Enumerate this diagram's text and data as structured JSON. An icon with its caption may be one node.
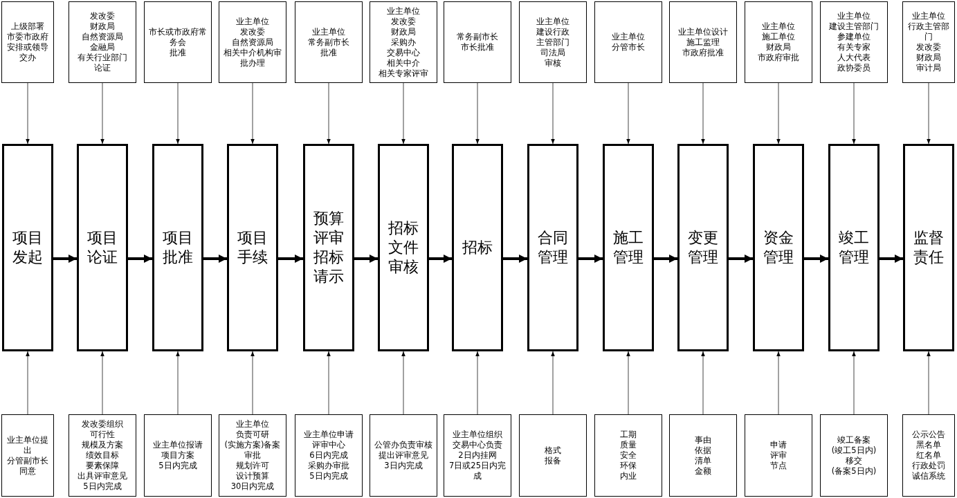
{
  "diagram": {
    "nodes": [
      {
        "text": [
          "上级部署",
          "市委市政府",
          "安排或领导交办"
        ]
      },
      {
        "text": [
          "发改委",
          "财政局",
          "自然资源局",
          "金融局",
          "有关行业部门",
          "论证"
        ]
      },
      {
        "text": [
          "市长或市政府常务会",
          "批准"
        ]
      },
      {
        "text": [
          "业主单位",
          "发改委",
          "自然资源局",
          "相关中介机构审批办理"
        ]
      },
      {
        "text": [
          "业主单位",
          "常务副市长",
          "批准"
        ]
      },
      {
        "text": [
          "业主单位",
          "发改委",
          "财政局",
          "采购办",
          "交易中心",
          "相关中介",
          "相关专家评审"
        ]
      },
      {
        "text": [
          "常务副市长",
          "市长批准"
        ]
      },
      {
        "text": [
          "业主单位",
          "建设行政",
          "主管部门",
          "司法局",
          "审核"
        ]
      },
      {
        "text": [
          "业主单位",
          "分管市长"
        ]
      },
      {
        "text": [
          "业主单位设计",
          "施工监理",
          "市政府批准"
        ]
      },
      {
        "text": [
          "业主单位",
          "施工单位",
          "财政局",
          "市政府审批"
        ]
      },
      {
        "text": [
          "业主单位",
          "建设主管部门",
          "参建单位",
          "有关专家",
          "人大代表",
          "政协委员"
        ]
      },
      {
        "text": [
          "业主单位",
          "行政主管部门",
          "发改委",
          "财政局",
          "审计局"
        ]
      },
      {
        "text": [
          "项目发起"
        ]
      },
      {
        "text": [
          "项目论证"
        ]
      },
      {
        "text": [
          "项目批准"
        ]
      },
      {
        "text": [
          "项目手续"
        ]
      },
      {
        "text": [
          "预算评审招标请示"
        ]
      },
      {
        "text": [
          "招标文件审核"
        ]
      },
      {
        "text": [
          "招标"
        ]
      },
      {
        "text": [
          "合同管理"
        ]
      },
      {
        "text": [
          "施工管理"
        ]
      },
      {
        "text": [
          "变更管理"
        ]
      },
      {
        "text": [
          "资金管理"
        ]
      },
      {
        "text": [
          "竣工管理"
        ]
      },
      {
        "text": [
          "监督责任"
        ]
      },
      {
        "text": [
          "业主单位提出",
          "分管副市长",
          "同意"
        ]
      },
      {
        "text": [
          "发改委组织",
          "可行性",
          "规模及方案",
          "绩效目标",
          "要素保障",
          "出具评审意见",
          "5日内完成"
        ]
      },
      {
        "text": [
          "业主单位报请",
          "项目方案",
          "5日内完成"
        ]
      },
      {
        "text": [
          "业主单位",
          "负责可研",
          "(实施方案)备案审批",
          "规划许可",
          "设计预算",
          "30日内完成"
        ]
      },
      {
        "text": [
          "业主单位申请",
          "评审中心",
          "6日内完成",
          "采购办审批",
          "5日内完成"
        ]
      },
      {
        "text": [
          "公管办负责审核",
          "提出评审意见",
          "3日内完成"
        ]
      },
      {
        "text": [
          "业主单位组织",
          "交易中心负责",
          "2日内挂网",
          "7日或25日内完成"
        ]
      },
      {
        "text": [
          "格式",
          "报备"
        ]
      },
      {
        "text": [
          "工期",
          "质量",
          "安全",
          "环保",
          "内业"
        ]
      },
      {
        "text": [
          "事由",
          "依据",
          "清单",
          "金额"
        ]
      },
      {
        "text": [
          "申请",
          "评审",
          "节点"
        ]
      },
      {
        "text": [
          "竣工备案",
          "(竣工5日内)",
          "移交",
          "(备案5日内)"
        ]
      },
      {
        "text": [
          "公示公告",
          "黑名单",
          "红名单",
          "行政处罚",
          "诚信系统"
        ]
      }
    ],
    "edges": [
      {
        "from": 0,
        "to": 13,
        "arrow": "to"
      },
      {
        "from": 1,
        "to": 14,
        "arrow": "to"
      },
      {
        "from": 2,
        "to": 15,
        "arrow": "to"
      },
      {
        "from": 3,
        "to": 16,
        "arrow": "to"
      },
      {
        "from": 4,
        "to": 17,
        "arrow": "to"
      },
      {
        "from": 5,
        "to": 18,
        "arrow": "to"
      },
      {
        "from": 6,
        "to": 19,
        "arrow": "to"
      },
      {
        "from": 7,
        "to": 20,
        "arrow": "to"
      },
      {
        "from": 8,
        "to": 21,
        "arrow": "to"
      },
      {
        "from": 9,
        "to": 22,
        "arrow": "to"
      },
      {
        "from": 10,
        "to": 23,
        "arrow": "to"
      },
      {
        "from": 11,
        "to": 24,
        "arrow": "to"
      },
      {
        "from": 12,
        "to": 25,
        "arrow": "to"
      },
      {
        "from": 26,
        "to": 13,
        "arrow": "to"
      },
      {
        "from": 27,
        "to": 14,
        "arrow": "to"
      },
      {
        "from": 28,
        "to": 15,
        "arrow": "to"
      },
      {
        "from": 29,
        "to": 16,
        "arrow": "to"
      },
      {
        "from": 30,
        "to": 17,
        "arrow": "to"
      },
      {
        "from": 31,
        "to": 18,
        "arrow": "to"
      },
      {
        "from": 32,
        "to": 19,
        "arrow": "to"
      },
      {
        "from": 33,
        "to": 20,
        "arrow": "to"
      },
      {
        "from": 34,
        "to": 21,
        "arrow": "to"
      },
      {
        "from": 35,
        "to": 22,
        "arrow": "to"
      },
      {
        "from": 36,
        "to": 23,
        "arrow": "to"
      },
      {
        "from": 37,
        "to": 24,
        "arrow": "to"
      },
      {
        "from": 38,
        "to": 25,
        "arrow": "to"
      },
      {
        "from": 13,
        "to": 14,
        "arrow": "to",
        "style": "thick"
      },
      {
        "from": 14,
        "to": 15,
        "arrow": "to",
        "style": "thick"
      },
      {
        "from": 15,
        "to": 16,
        "arrow": "to",
        "style": "thick"
      },
      {
        "from": 16,
        "to": 17,
        "arrow": "to",
        "style": "thick"
      },
      {
        "from": 17,
        "to": 18,
        "arrow": "to",
        "style": "thick"
      },
      {
        "from": 18,
        "to": 19,
        "arrow": "to",
        "style": "thick"
      },
      {
        "from": 19,
        "to": 20,
        "arrow": "to",
        "style": "thick"
      },
      {
        "from": 20,
        "to": 21,
        "arrow": "to",
        "style": "thick"
      },
      {
        "from": 21,
        "to": 22,
        "arrow": "to",
        "style": "thick"
      },
      {
        "from": 22,
        "to": 23,
        "arrow": "to",
        "style": "thick"
      },
      {
        "from": 23,
        "to": 24,
        "arrow": "to",
        "style": "thick"
      },
      {
        "from": 24,
        "to": 25,
        "arrow": "to",
        "style": "thick"
      }
    ]
  }
}
